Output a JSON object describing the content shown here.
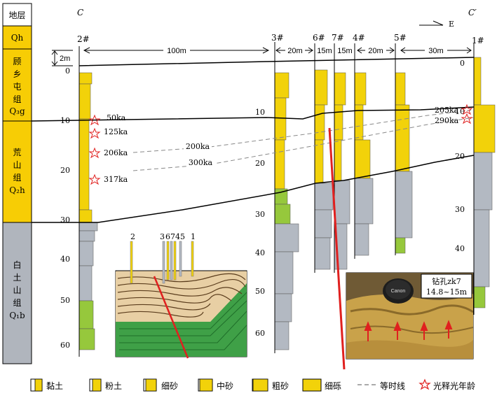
{
  "colors": {
    "yellow": "#f2d20a",
    "gray": "#b3b9c2",
    "green": "#96c83c",
    "red": "#e0201f",
    "strat_yellow": "#f7cd05",
    "strat_gray": "#b0b5bd"
  },
  "strata": {
    "header": "地层",
    "units": [
      {
        "key": "qh",
        "lines": [
          "Qh"
        ]
      },
      {
        "key": "q3g",
        "lines": [
          "顾",
          "乡",
          "屯",
          "组",
          "Q₃g"
        ]
      },
      {
        "key": "q2h",
        "lines": [
          "荒",
          "山",
          "组",
          "Q₂h"
        ]
      },
      {
        "key": "q1b",
        "lines": [
          "白",
          "土",
          "山",
          "组",
          "Q₁b"
        ]
      }
    ]
  },
  "section": {
    "left_label": "C",
    "right_label": "C′",
    "direction": "E",
    "thickness_scale": "2m"
  },
  "distances": [
    "100m",
    "20m",
    "15m",
    "15m",
    "20m",
    "30m"
  ],
  "boreholes": [
    {
      "id": "2#",
      "ticks": [
        "0",
        "10",
        "20",
        "30",
        "40",
        "50",
        "60"
      ]
    },
    {
      "id": "3#",
      "ticks": [
        "10",
        "20",
        "30",
        "40",
        "50",
        "60"
      ]
    },
    {
      "id": "6#",
      "ticks": []
    },
    {
      "id": "7#",
      "ticks": []
    },
    {
      "id": "4#",
      "ticks": []
    },
    {
      "id": "5#",
      "ticks": []
    },
    {
      "id": "1#",
      "ticks": [
        "0",
        "10",
        "20",
        "30",
        "40"
      ]
    }
  ],
  "ages_left": [
    "50ka",
    "125ka",
    "206ka",
    "317ka"
  ],
  "ages_right": [
    "205ka",
    "290ka"
  ],
  "isochrons": [
    "200ka",
    "300ka"
  ],
  "inset_left": {
    "labels": [
      "2",
      "3",
      "6",
      "7",
      "4",
      "5",
      "1"
    ]
  },
  "inset_right": {
    "title": "钻孔zk7",
    "depth": "14.8~15m",
    "brand": "Canon"
  },
  "legend": [
    {
      "key": "clay",
      "label": "黏土"
    },
    {
      "key": "silt",
      "label": "粉土"
    },
    {
      "key": "fine_sand",
      "label": "细砂"
    },
    {
      "key": "medium_sand",
      "label": "中砂"
    },
    {
      "key": "coarse_sand",
      "label": "粗砂"
    },
    {
      "key": "fine_gravel",
      "label": "细砾"
    },
    {
      "key": "isochron",
      "label": "等时线"
    },
    {
      "key": "osl",
      "label": "光释光年龄"
    }
  ]
}
